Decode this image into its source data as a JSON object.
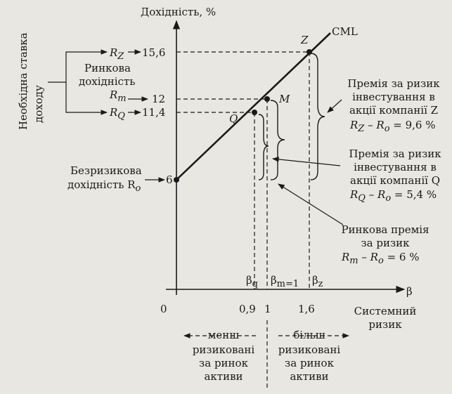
{
  "y_axis_title": "Дохідність, %",
  "x_axis_symbol": "β",
  "x_axis_title": [
    "Системний",
    "ризик"
  ],
  "cml_label": "CML",
  "left_vertical_label": [
    "Необхідна ставка",
    "доходу"
  ],
  "market_return_label": [
    "Ринкова",
    "дохідність"
  ],
  "risk_free_label": [
    "Безризикова",
    "дохідність R"
  ],
  "risk_free_sub": "o",
  "y_marks": [
    {
      "sym": "R",
      "sub": "Z",
      "value": "15,6"
    },
    {
      "sym": "R",
      "sub": "m",
      "value": "12"
    },
    {
      "sym": "R",
      "sub": "Q",
      "value": "11,4"
    },
    {
      "sym": "",
      "sub": "",
      "value": "6"
    }
  ],
  "x_ticks": [
    "0",
    "0,9",
    "1",
    "1,6"
  ],
  "beta_labels": [
    {
      "base": "β",
      "sub": "q"
    },
    {
      "base": "β",
      "sub": "m=1"
    },
    {
      "base": "β",
      "sub": "z"
    }
  ],
  "points": {
    "Z": "Z",
    "M": "M",
    "Q": "Q"
  },
  "premium_z": {
    "lines": [
      "Премія за ризик",
      "інвестування в",
      "акції компанії Z"
    ],
    "formula": "R",
    "sub1": "Z",
    "rest": " – R",
    "sub2": "o",
    "value": " = 9,6 %"
  },
  "premium_q": {
    "lines": [
      "Премія за ризик",
      "інвестування в",
      "акції компанії Q"
    ],
    "formula": "R",
    "sub1": "Q",
    "rest": " – R",
    "sub2": "o",
    "value": " = 5,4 %"
  },
  "premium_m": {
    "lines": [
      "Ринкова премія",
      "за ризик"
    ],
    "formula": "R",
    "sub1": "m",
    "rest": " – R",
    "sub2": "o",
    "value": " = 6 %"
  },
  "less_risky": [
    "менш",
    "ризиковані",
    "за ринок",
    "активи"
  ],
  "more_risky": [
    "більш",
    "ризиковані",
    "за ринок",
    "активи"
  ],
  "chart_data": {
    "type": "line",
    "x": [
      0,
      0.9,
      1,
      1.6
    ],
    "y": [
      6,
      11.4,
      12,
      15.6
    ],
    "xlabel": "Системний ризик",
    "ylabel": "Дохідність, %",
    "points": [
      {
        "name": "Q",
        "beta": 0.9,
        "return": 11.4
      },
      {
        "name": "M",
        "beta": 1,
        "return": 12
      },
      {
        "name": "Z",
        "beta": 1.6,
        "return": 15.6
      }
    ],
    "risk_free": 6
  }
}
